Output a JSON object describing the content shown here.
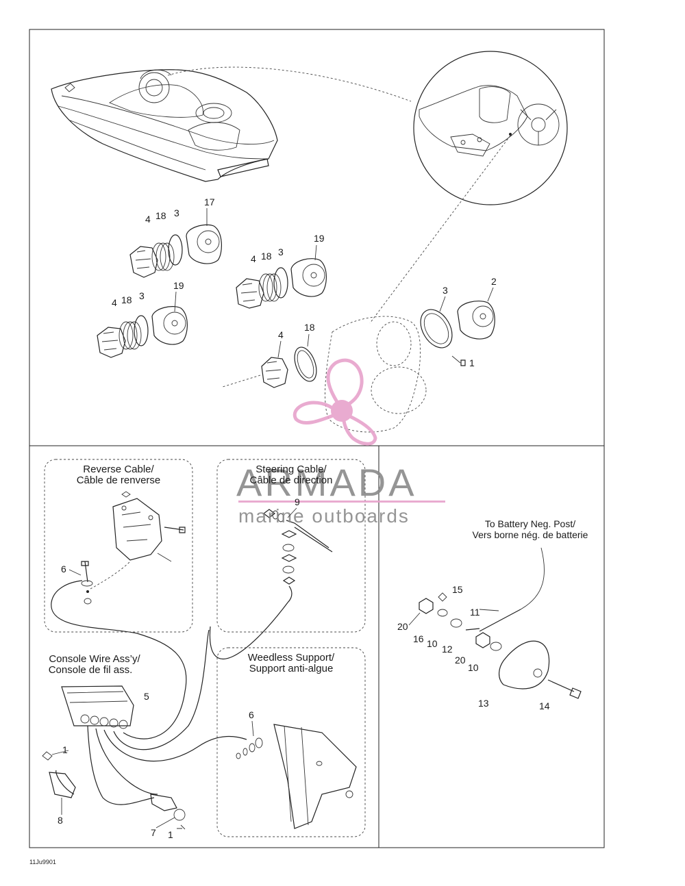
{
  "diagram_code": "11Ju9901",
  "watermark": {
    "brand": "ARMADA",
    "tagline": "marine outboards",
    "color": "#e7a2cc"
  },
  "sections": {
    "reverse_cable": {
      "title_en": "Reverse Cable/",
      "title_fr": "Câble de renverse"
    },
    "steering_cable": {
      "title_en": "Steering Cable/",
      "title_fr": "Câble de direction"
    },
    "console_wire": {
      "title_en": "Console Wire Ass’y/",
      "title_fr": "Console de fil ass."
    },
    "weedless_support": {
      "title_en": "Weedless Support/",
      "title_fr": "Support anti-algue"
    },
    "battery": {
      "title_en": "To Battery Neg. Post/",
      "title_fr": "Vers borne nég. de batterie"
    }
  },
  "callouts": [
    "17",
    "4",
    "18",
    "3",
    "4",
    "18",
    "3",
    "19",
    "4",
    "18",
    "3",
    "19",
    "2",
    "3",
    "1",
    "4",
    "18",
    "6",
    "9",
    "5",
    "1",
    "8",
    "7",
    "1",
    "6",
    "15",
    "11",
    "20",
    "16",
    "10",
    "12",
    "20",
    "10",
    "13",
    "14"
  ]
}
